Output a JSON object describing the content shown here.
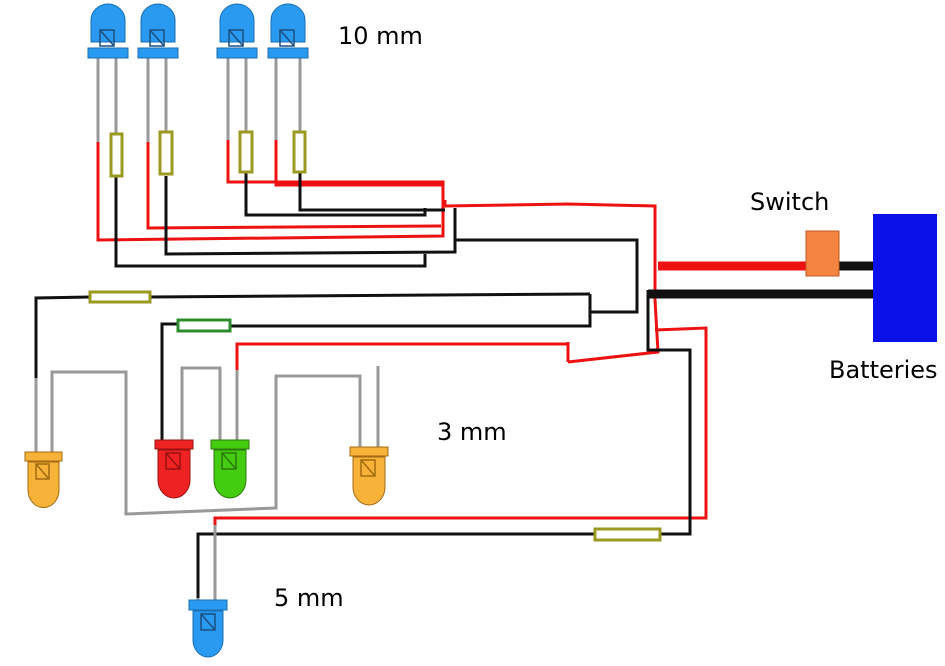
{
  "labels": {
    "ten_mm": "10 mm",
    "three_mm": "3 mm",
    "five_mm": "5 mm",
    "switch": "Switch",
    "batteries": "Batteries"
  },
  "colors": {
    "wire_red": "#ee1111",
    "wire_black": "#111111",
    "wire_gray": "#999999",
    "led_blue": "#2a9af0",
    "led_red": "#ee2222",
    "led_green": "#44cc11",
    "led_amber": "#f7b23a",
    "resistor": "#9a9a20",
    "resistor_green": "#2e8b2e",
    "switch": "#f58442",
    "battery": "#0a10e8"
  }
}
